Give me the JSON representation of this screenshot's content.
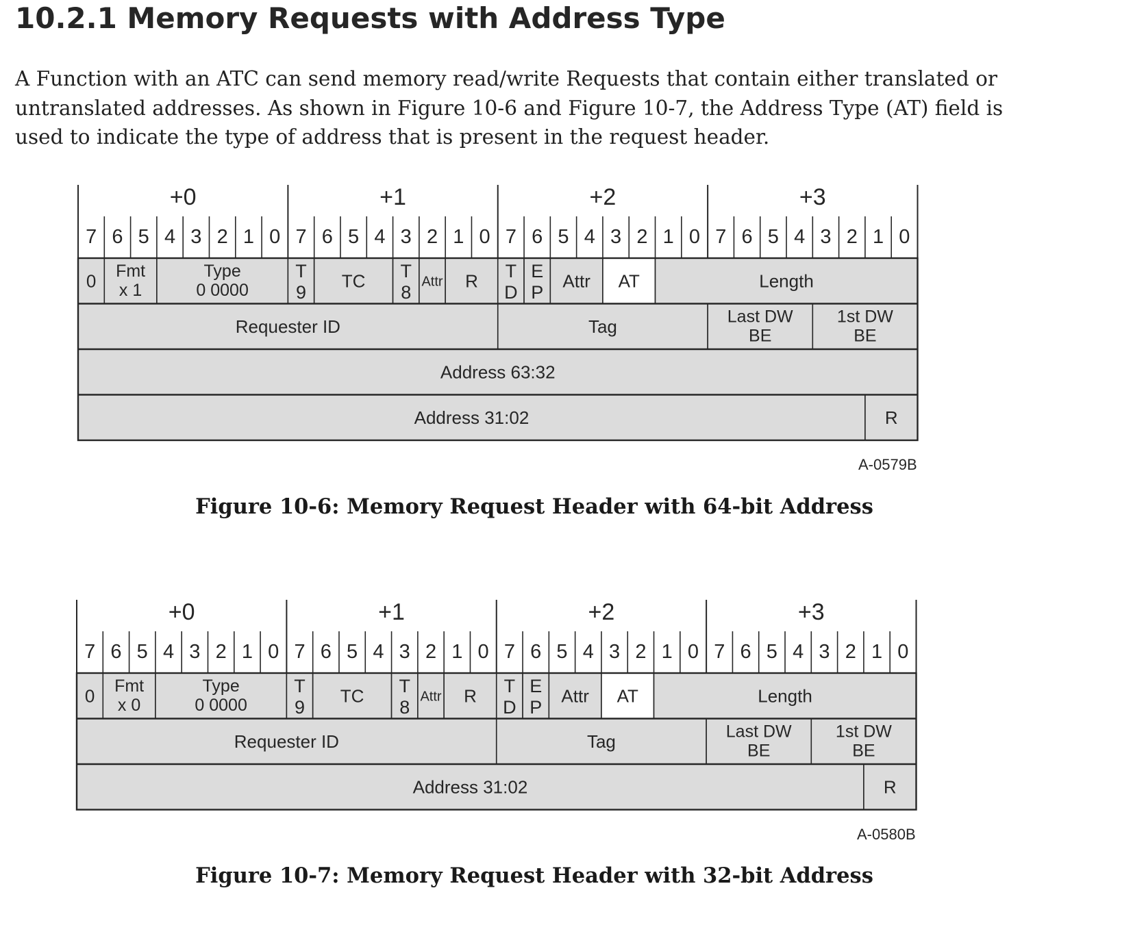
{
  "section": {
    "title": "10.2.1  Memory Requests with Address Type"
  },
  "intro": {
    "lines": [
      "A Function with an ATC can send memory read/write Requests that contain either translated or",
      "untranslated addresses.  As shown in Figure 10-6 and Figure 10-7, the Address Type (AT) field is",
      "used to indicate the type of address that is present in the request header."
    ]
  },
  "figures": [
    {
      "figure_id": "A-0579B",
      "caption": "Figure 10-6:  Memory Request Header with 64-bit Address",
      "byte_labels": [
        "+0",
        "+1",
        "+2",
        "+3"
      ],
      "bit_labels": [
        "7",
        "6",
        "5",
        "4",
        "3",
        "2",
        "1",
        "0",
        "7",
        "6",
        "5",
        "4",
        "3",
        "2",
        "1",
        "0",
        "7",
        "6",
        "5",
        "4",
        "3",
        "2",
        "1",
        "0",
        "7",
        "6",
        "5",
        "4",
        "3",
        "2",
        "1",
        "0"
      ],
      "rows": [
        {
          "fields": [
            {
              "bits": 1,
              "label": [
                "0"
              ]
            },
            {
              "bits": 2,
              "label": [
                "Fmt",
                "x  1"
              ]
            },
            {
              "bits": 5,
              "label": [
                "Type",
                "0 0000"
              ]
            },
            {
              "bits": 1,
              "label": [
                "T",
                "9"
              ]
            },
            {
              "bits": 3,
              "label": [
                "TC"
              ]
            },
            {
              "bits": 1,
              "label": [
                "T",
                "8"
              ]
            },
            {
              "bits": 1,
              "label": [
                "Attr"
              ],
              "small": true
            },
            {
              "bits": 2,
              "label": [
                "R"
              ]
            },
            {
              "bits": 1,
              "label": [
                "T",
                "D"
              ]
            },
            {
              "bits": 1,
              "label": [
                "E",
                "P"
              ]
            },
            {
              "bits": 2,
              "label": [
                "Attr"
              ]
            },
            {
              "bits": 2,
              "label": [
                "AT"
              ],
              "highlight": true
            },
            {
              "bits": 10,
              "label": [
                "Length"
              ]
            }
          ]
        },
        {
          "fields": [
            {
              "bits": 16,
              "label": [
                "Requester ID"
              ]
            },
            {
              "bits": 8,
              "label": [
                "Tag"
              ]
            },
            {
              "bits": 4,
              "label": [
                "Last DW",
                "BE"
              ]
            },
            {
              "bits": 4,
              "label": [
                "1st DW",
                "BE"
              ]
            }
          ]
        },
        {
          "fields": [
            {
              "bits": 32,
              "label": [
                "Address 63:32"
              ]
            }
          ]
        },
        {
          "fields": [
            {
              "bits": 30,
              "label": [
                "Address 31:02"
              ]
            },
            {
              "bits": 2,
              "label": [
                "R"
              ]
            }
          ]
        }
      ]
    },
    {
      "figure_id": "A-0580B",
      "caption": "Figure 10-7:  Memory Request Header with 32-bit Address",
      "byte_labels": [
        "+0",
        "+1",
        "+2",
        "+3"
      ],
      "bit_labels": [
        "7",
        "6",
        "5",
        "4",
        "3",
        "2",
        "1",
        "0",
        "7",
        "6",
        "5",
        "4",
        "3",
        "2",
        "1",
        "0",
        "7",
        "6",
        "5",
        "4",
        "3",
        "2",
        "1",
        "0",
        "7",
        "6",
        "5",
        "4",
        "3",
        "2",
        "1",
        "0"
      ],
      "rows": [
        {
          "fields": [
            {
              "bits": 1,
              "label": [
                "0"
              ]
            },
            {
              "bits": 2,
              "label": [
                "Fmt",
                "x  0"
              ]
            },
            {
              "bits": 5,
              "label": [
                "Type",
                "0 0000"
              ]
            },
            {
              "bits": 1,
              "label": [
                "T",
                "9"
              ]
            },
            {
              "bits": 3,
              "label": [
                "TC"
              ]
            },
            {
              "bits": 1,
              "label": [
                "T",
                "8"
              ]
            },
            {
              "bits": 1,
              "label": [
                "Attr"
              ],
              "small": true
            },
            {
              "bits": 2,
              "label": [
                "R"
              ]
            },
            {
              "bits": 1,
              "label": [
                "T",
                "D"
              ]
            },
            {
              "bits": 1,
              "label": [
                "E",
                "P"
              ]
            },
            {
              "bits": 2,
              "label": [
                "Attr"
              ]
            },
            {
              "bits": 2,
              "label": [
                "AT"
              ],
              "highlight": true
            },
            {
              "bits": 10,
              "label": [
                "Length"
              ]
            }
          ]
        },
        {
          "fields": [
            {
              "bits": 16,
              "label": [
                "Requester ID"
              ]
            },
            {
              "bits": 8,
              "label": [
                "Tag"
              ]
            },
            {
              "bits": 4,
              "label": [
                "Last DW",
                "BE"
              ]
            },
            {
              "bits": 4,
              "label": [
                "1st DW",
                "BE"
              ]
            }
          ]
        },
        {
          "fields": [
            {
              "bits": 30,
              "label": [
                "Address 31:02"
              ]
            },
            {
              "bits": 2,
              "label": [
                "R"
              ]
            }
          ]
        }
      ]
    }
  ],
  "colors": {
    "field_fill": "#dcdcdc",
    "highlight_fill": "#ffffff",
    "line": "#262626",
    "text": "#262626"
  }
}
